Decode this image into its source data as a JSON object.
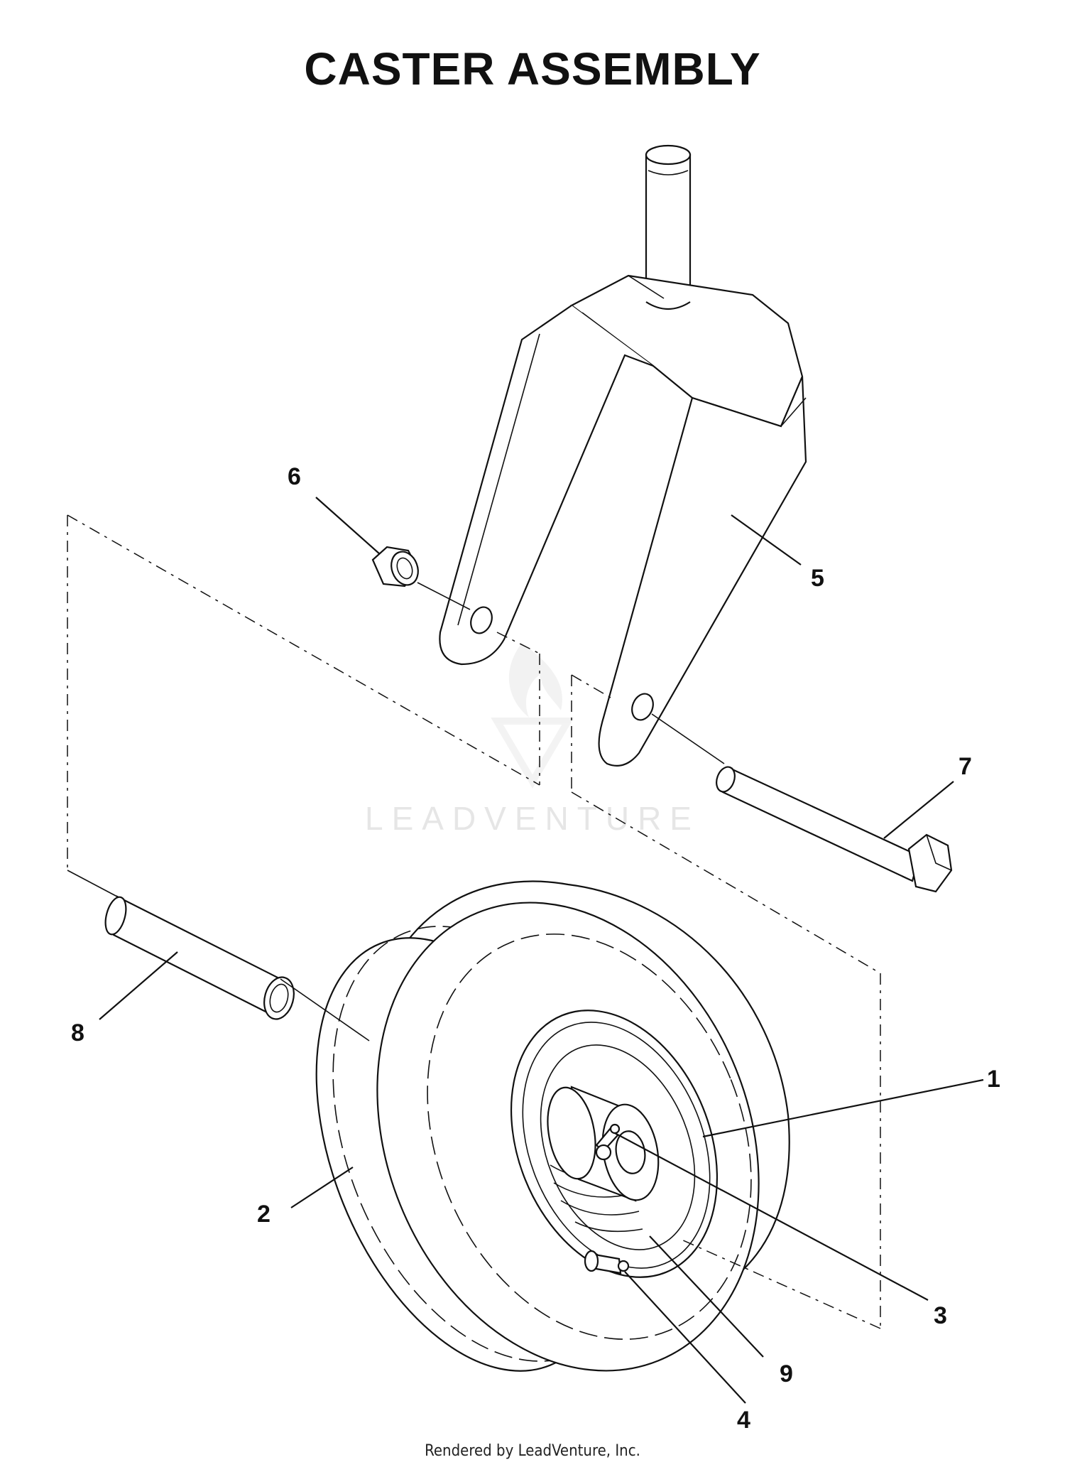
{
  "title": "CASTER ASSEMBLY",
  "footer": "Rendered by LeadVenture, Inc.",
  "watermark": "LEADVENTURE",
  "callouts": [
    "1",
    "2",
    "3",
    "4",
    "5",
    "6",
    "7",
    "8",
    "9"
  ]
}
